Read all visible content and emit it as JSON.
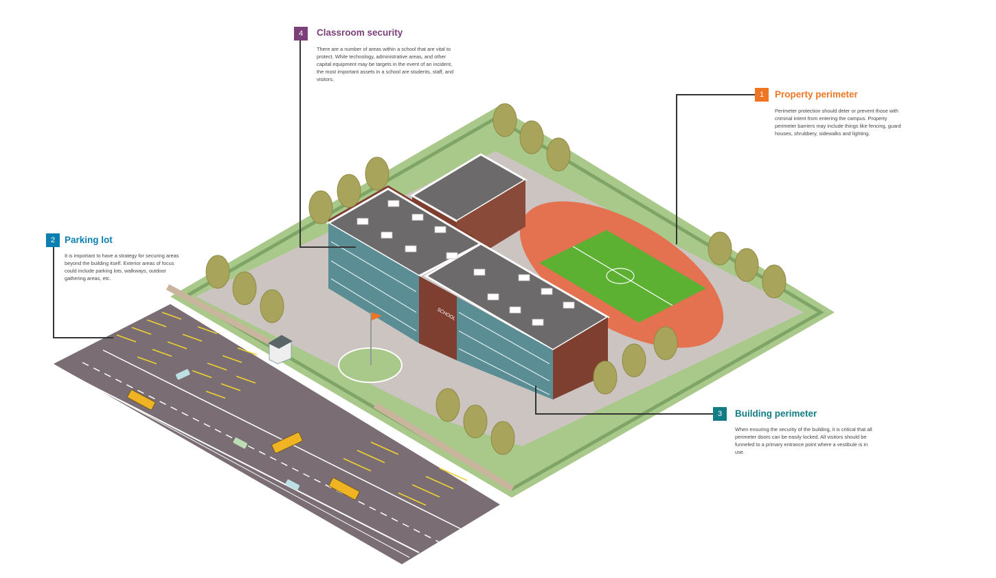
{
  "colors": {
    "purple": "#7b3f7a",
    "orange": "#ee7623",
    "blue": "#0b7fb0",
    "teal": "#127d84",
    "grass": "#a9c98a",
    "pavement": "#cbc4c1",
    "road": "#7a6e74",
    "brick": "#7e3f31",
    "roof": "#6c6a6b",
    "field": "#5cb133",
    "track": "#e4714f",
    "tree": "#a9a45c"
  },
  "callouts": [
    {
      "id": "classroom",
      "number": "4",
      "title": "Classroom security",
      "body": "There are a number of areas within a school that are vital to protect. While technology, administrative areas, and other capital equipment may be targets in the event of an incident, the most important assets in a school are students, staff, and visitors.",
      "color": "#7b3f7a"
    },
    {
      "id": "property",
      "number": "1",
      "title": "Property perimeter",
      "body": "Perimeter protection should deter or prevent those with criminal intent from entering the campus. Property perimeter barriers may include things like fencing, guard houses, shrubbery, sidewalks and lighting.",
      "color": "#ee7623"
    },
    {
      "id": "parking",
      "number": "2",
      "title": "Parking lot",
      "body": "It is important to have a strategy for securing areas beyond the building itself. Exterior areas of focus could include parking lots, walkways, outdoor gathering areas, etc.",
      "color": "#0b7fb0"
    },
    {
      "id": "building",
      "number": "3",
      "title": "Building perimeter",
      "body": "When ensuring the security of the building, it is critical that all perimeter doors can be easily locked. All visitors should be funneled to a primary entrance point where a vestibule is in use.",
      "color": "#127d84"
    }
  ],
  "scene": {
    "school_sign": "SCHOOL"
  }
}
